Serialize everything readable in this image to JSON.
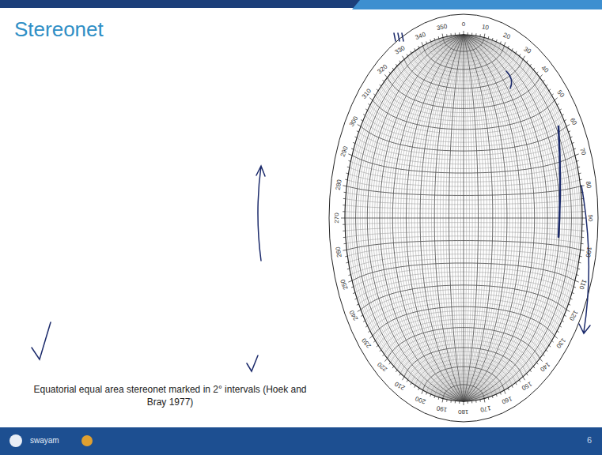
{
  "diagram": {
    "title": "Stereonet",
    "caption": "Equatorial equal area stereonet marked in 2° intervals (Hoek and Bray 1977)",
    "labels": [
      "0",
      "10",
      "20",
      "30",
      "40",
      "50",
      "60",
      "70",
      "80",
      "90",
      "100",
      "110",
      "120",
      "130",
      "140",
      "150",
      "160",
      "170",
      "180",
      "190",
      "200",
      "210",
      "220",
      "230",
      "240",
      "250",
      "260",
      "270",
      "280",
      "290",
      "300",
      "310",
      "320",
      "330",
      "340",
      "350",
      "swayam",
      "6"
    ]
  }
}
